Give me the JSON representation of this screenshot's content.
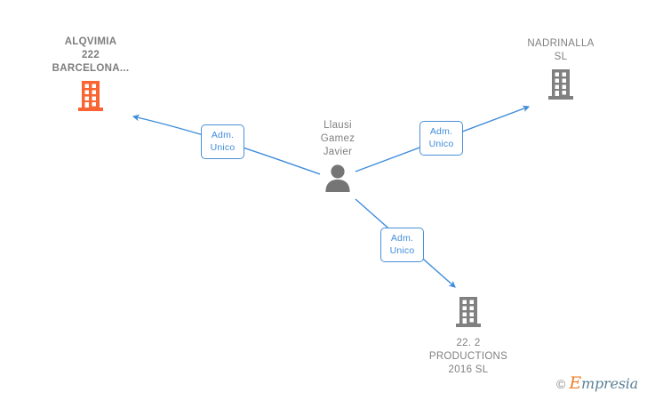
{
  "graph": {
    "background": "#ffffff",
    "edge_color": "#3f8ddb",
    "company_color": "#808080",
    "highlight_color": "#fa6432",
    "person_color": "#757575",
    "nodes": [
      {
        "id": "alqvimia",
        "label": "ALQVIMIA\n222\nBARCELONA...",
        "type": "company",
        "icon": "building-icon",
        "highlighted": true,
        "label_position": "above"
      },
      {
        "id": "nadrinalla",
        "label": "NADRINALLA\nSL",
        "type": "company",
        "icon": "building-icon",
        "highlighted": false,
        "label_position": "above"
      },
      {
        "id": "productions",
        "label": "22. 2\nPRODUCTIONS\n2016  SL",
        "type": "company",
        "icon": "building-icon",
        "highlighted": false,
        "label_position": "below"
      },
      {
        "id": "person",
        "label": "Llausi\nGamez\nJavier",
        "type": "person",
        "icon": "person-icon",
        "highlighted": false,
        "label_position": "above"
      }
    ],
    "edges": [
      {
        "id": "edge-alqvimia",
        "from": "person",
        "to": "alqvimia",
        "label": "Adm.\nUnico"
      },
      {
        "id": "edge-nadrinalla",
        "from": "person",
        "to": "nadrinalla",
        "label": "Adm.\nUnico"
      },
      {
        "id": "edge-productions",
        "from": "person",
        "to": "productions",
        "label": "Adm.\nUnico"
      }
    ]
  },
  "watermark": {
    "copyright": "©",
    "brand_initial": "E",
    "brand_rest": "mpresia"
  }
}
